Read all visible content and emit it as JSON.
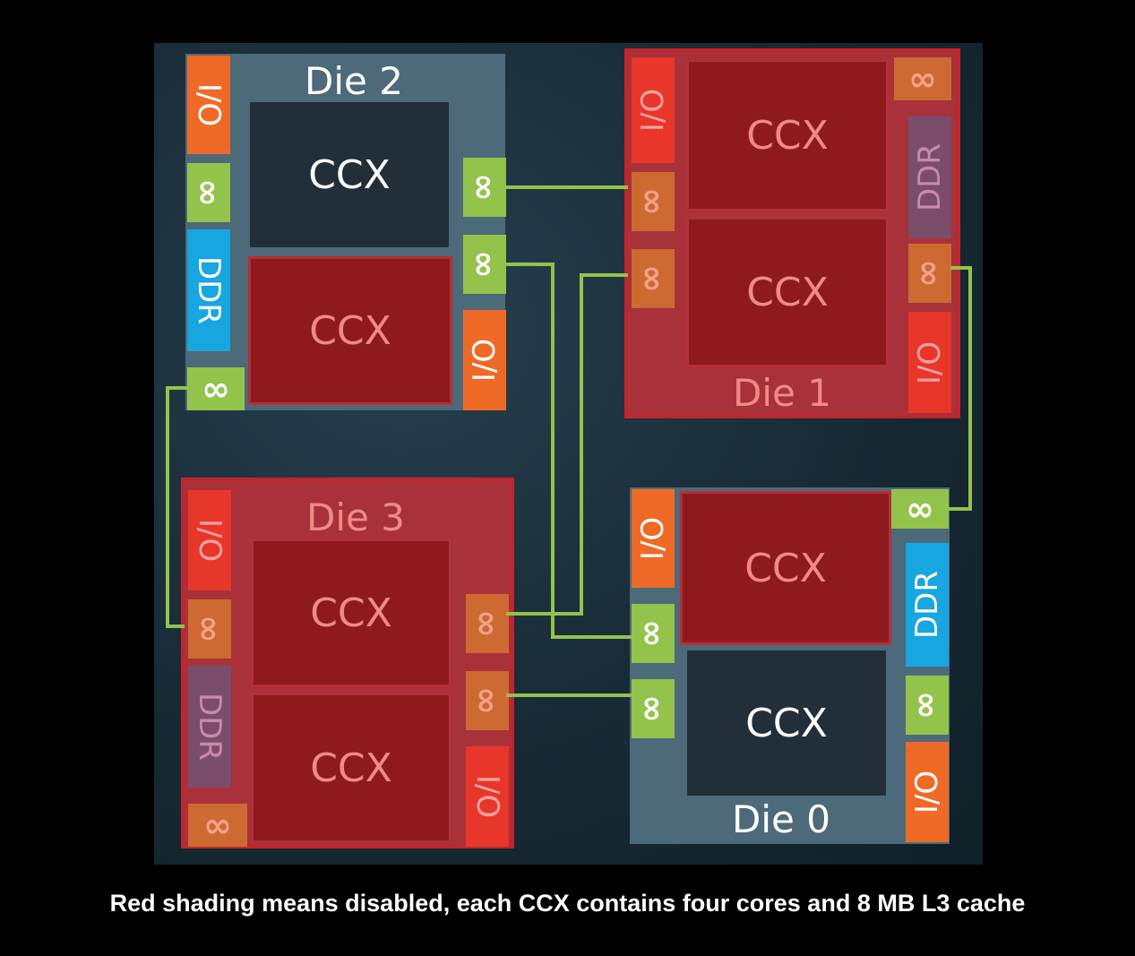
{
  "caption": "Red shading means disabled, each CCX contains four cores and 8 MB L3 cache",
  "colors": {
    "enabled_die": "#4d6a7a",
    "disabled_die": "#a8313a",
    "enabled_ccx": "#222f38",
    "disabled_ccx": "#8e1a1e",
    "io": "#ef6a26",
    "ddr": "#18a6e0",
    "infinity_fabric": "#93c34b",
    "link": "#93c34b"
  },
  "dies": {
    "die2": {
      "label": "Die 2",
      "state": "enabled",
      "ccx": [
        {
          "label": "CCX",
          "state": "enabled"
        },
        {
          "label": "CCX",
          "state": "disabled"
        }
      ],
      "ports": {
        "io_left": "I/O",
        "fabric_left_1": "∞",
        "ddr": "DDR",
        "fabric_left_2": "∞",
        "fabric_right_1": "∞",
        "fabric_right_2": "∞",
        "io_right": "I/O"
      }
    },
    "die1": {
      "label": "Die 1",
      "state": "disabled",
      "ccx": [
        {
          "label": "CCX",
          "state": "disabled"
        },
        {
          "label": "CCX",
          "state": "disabled"
        }
      ],
      "ports": {
        "io_left": "I/O",
        "fabric_left_1": "∞",
        "fabric_left_2": "∞",
        "fabric_right_1": "∞",
        "ddr": "DDR",
        "fabric_right_2": "∞",
        "io_right": "I/O"
      }
    },
    "die3": {
      "label": "Die 3",
      "state": "disabled",
      "ccx": [
        {
          "label": "CCX",
          "state": "disabled"
        },
        {
          "label": "CCX",
          "state": "disabled"
        }
      ],
      "ports": {
        "io_left": "I/O",
        "fabric_left_1": "∞",
        "ddr": "DDR",
        "fabric_left_2": "∞",
        "fabric_right_1": "∞",
        "fabric_right_2": "∞",
        "io_right": "I/O"
      }
    },
    "die0": {
      "label": "Die 0",
      "state": "enabled",
      "ccx": [
        {
          "label": "CCX",
          "state": "disabled"
        },
        {
          "label": "CCX",
          "state": "enabled"
        }
      ],
      "ports": {
        "io_left": "I/O",
        "fabric_left_1": "∞",
        "fabric_left_2": "∞",
        "fabric_right_1": "∞",
        "ddr": "DDR",
        "fabric_right_2": "∞",
        "io_right": "I/O"
      }
    }
  }
}
